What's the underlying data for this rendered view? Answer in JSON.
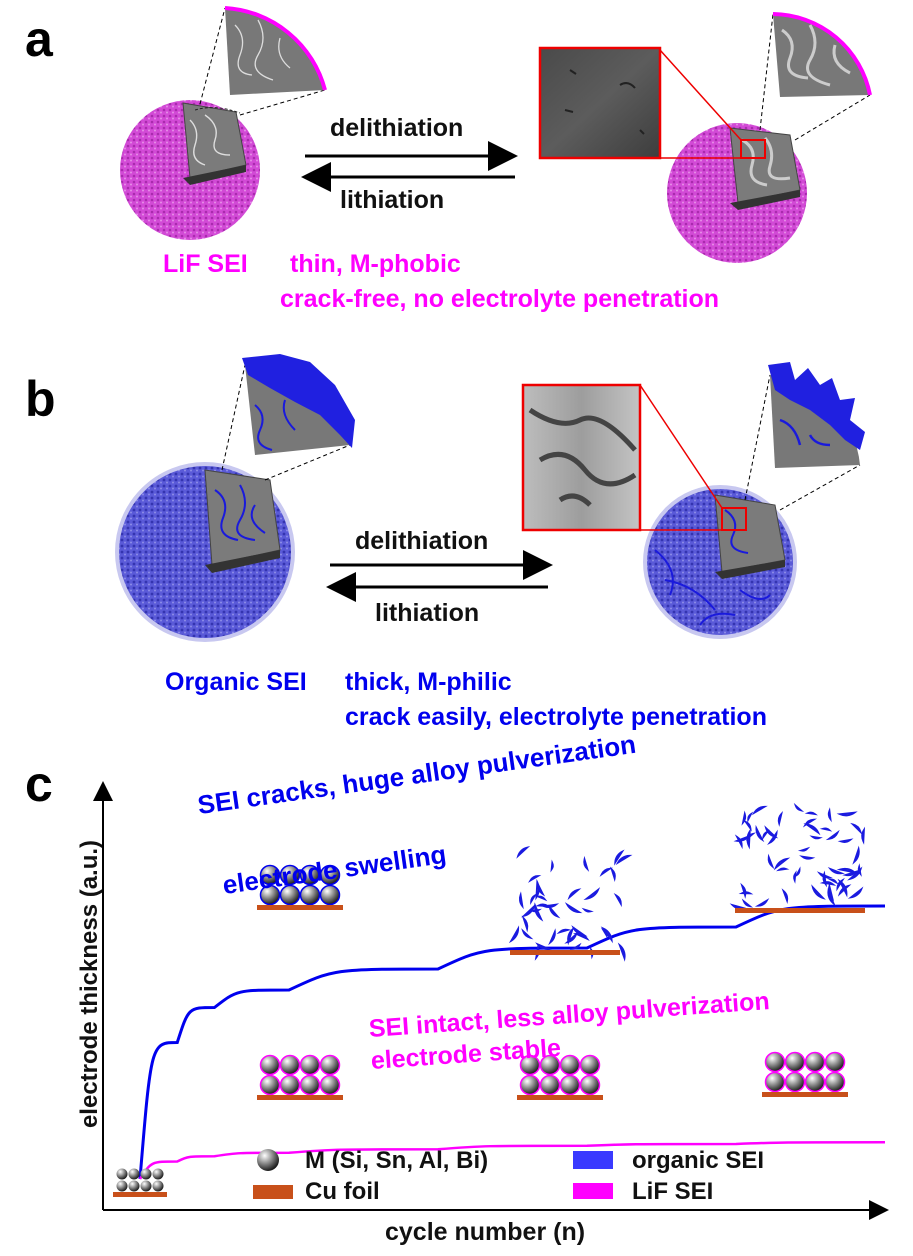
{
  "panels": {
    "a": "a",
    "b": "b",
    "c": "c"
  },
  "panel_a": {
    "arrow_top": "delithiation",
    "arrow_bottom": "lithiation",
    "sei_name": "LiF SEI",
    "desc_line1": "thin, M-phobic",
    "desc_line2": "crack-free, no electrolyte penetration"
  },
  "panel_b": {
    "arrow_top": "delithiation",
    "arrow_bottom": "lithiation",
    "sei_name": "Organic SEI",
    "desc_line1": "thick, M-philic",
    "desc_line2": "crack easily, electrolyte penetration"
  },
  "panel_c": {
    "ylabel": "electrode thickness (a.u.)",
    "xlabel": "cycle number (n)",
    "organic_note_line1": "SEI cracks, huge alloy pulverization",
    "organic_note_line2": "electrode swelling",
    "lif_note_line1": "SEI intact, less alloy pulverization",
    "lif_note_line2": "electrode stable",
    "legend": {
      "m_particles": "M (Si, Sn, Al, Bi)",
      "cu_foil": "Cu foil",
      "organic_sei": "organic SEI",
      "lif_sei": "LiF SEI"
    }
  },
  "colors": {
    "lif": "#ff00ff",
    "organic": "#0000ee",
    "cu": "#c8501a",
    "metal": "#808080"
  },
  "chart_data": {
    "type": "line",
    "xlabel": "cycle number (n)",
    "ylabel": "electrode thickness (a.u.)",
    "x": [
      0,
      0.05,
      0.1,
      0.2,
      0.4,
      0.6,
      0.8,
      1.0
    ],
    "series": [
      {
        "name": "organic SEI",
        "values": [
          0.06,
          0.45,
          0.55,
          0.6,
          0.66,
          0.72,
          0.78,
          0.84
        ]
      },
      {
        "name": "LiF SEI",
        "values": [
          0.06,
          0.11,
          0.125,
          0.135,
          0.145,
          0.155,
          0.16,
          0.165
        ]
      }
    ],
    "grid": false
  }
}
